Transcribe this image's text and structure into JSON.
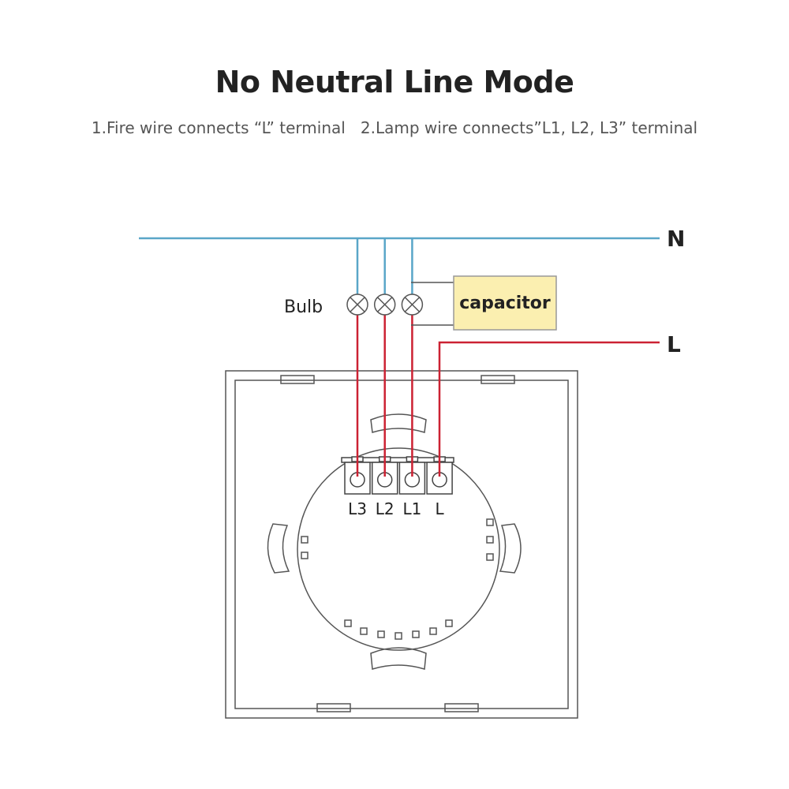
{
  "title": "No Neutral Line Mode",
  "subtitle": {
    "step1": "1.Fire wire connects “L” terminal",
    "step2": "2.Lamp wire connects”L1, L2, L3” terminal"
  },
  "lines": {
    "neutral": "N",
    "live": "L"
  },
  "bulb_label": "Bulb",
  "capacitor_label": "capacitor",
  "terminals": [
    "L3",
    "L2",
    "L1",
    "L"
  ],
  "colors": {
    "neutral_wire": "#5aa6c8",
    "live_wire": "#cc2233",
    "capacitor_fill": "#fbefb0",
    "outline": "#555555"
  }
}
